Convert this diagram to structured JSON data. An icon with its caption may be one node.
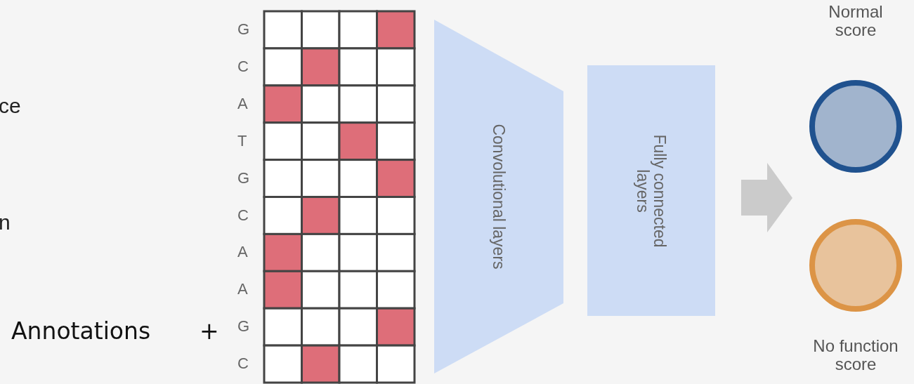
{
  "diagram": {
    "nodes": [
      {
        "text": [
          "Convolutional layers"
        ]
      },
      {
        "text": [
          "Fully connected layers"
        ]
      },
      {
        "text": [
          "Normal score"
        ]
      },
      {
        "text": [
          "No function score"
        ]
      }
    ],
    "labels": [
      "ce",
      "n",
      "Annotations",
      "+",
      "G",
      "C",
      "A",
      "T",
      "G",
      "C",
      "A",
      "A",
      "G",
      "C"
    ]
  }
}
